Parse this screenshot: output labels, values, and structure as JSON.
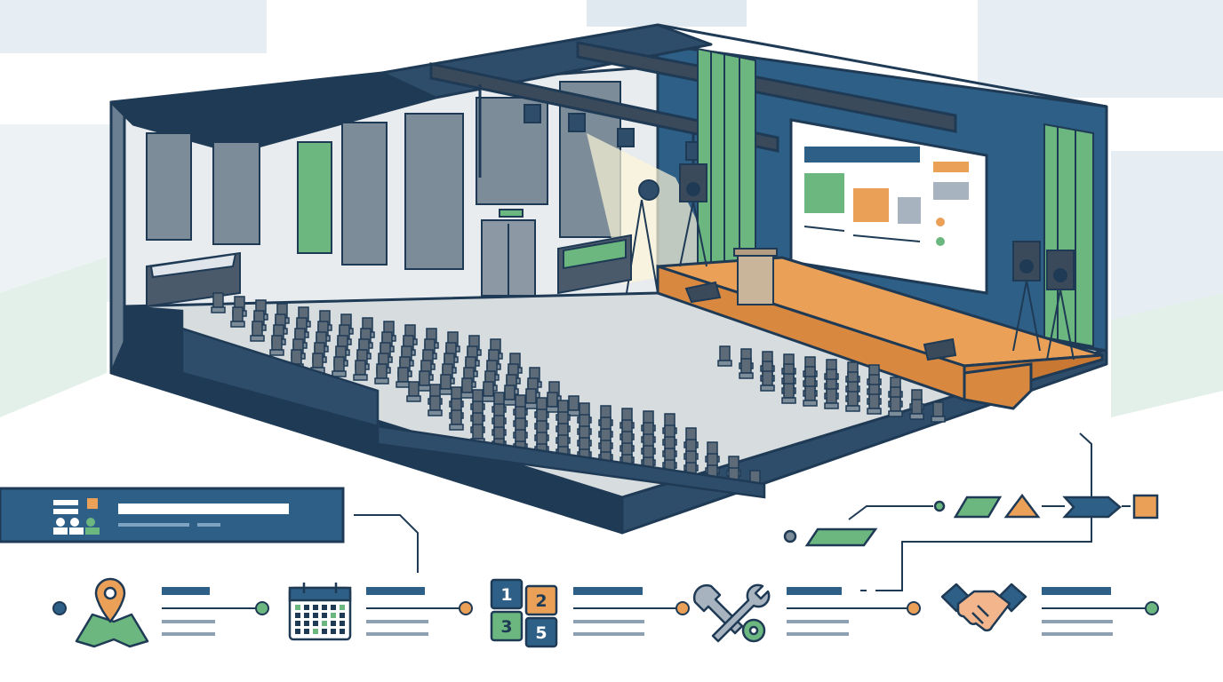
{
  "scene": {
    "subject": "event-hall-cutaway",
    "colors": {
      "navy": "#1f3a55",
      "blue": "#2e5f87",
      "green": "#6cb77f",
      "orange": "#eba058",
      "wall": "#e9ecef",
      "floor": "#d7dcdf"
    }
  },
  "banner": {
    "icon": "seating-chart-icon",
    "lines": [
      "",
      "",
      ""
    ]
  },
  "process_steps": [
    {
      "icon": "location-map-icon",
      "color": "#eba058"
    },
    {
      "icon": "calendar-icon",
      "color": "#2e5f87"
    },
    {
      "icon": "numbered-blocks-icon",
      "numbers": [
        "1",
        "2",
        "3",
        "5"
      ]
    },
    {
      "icon": "tools-icon",
      "color": "#6cb77f"
    },
    {
      "icon": "handshake-icon",
      "color": "#eba058"
    }
  ],
  "flow_shapes": [
    "parallelogram",
    "triangle",
    "chevron",
    "square"
  ]
}
